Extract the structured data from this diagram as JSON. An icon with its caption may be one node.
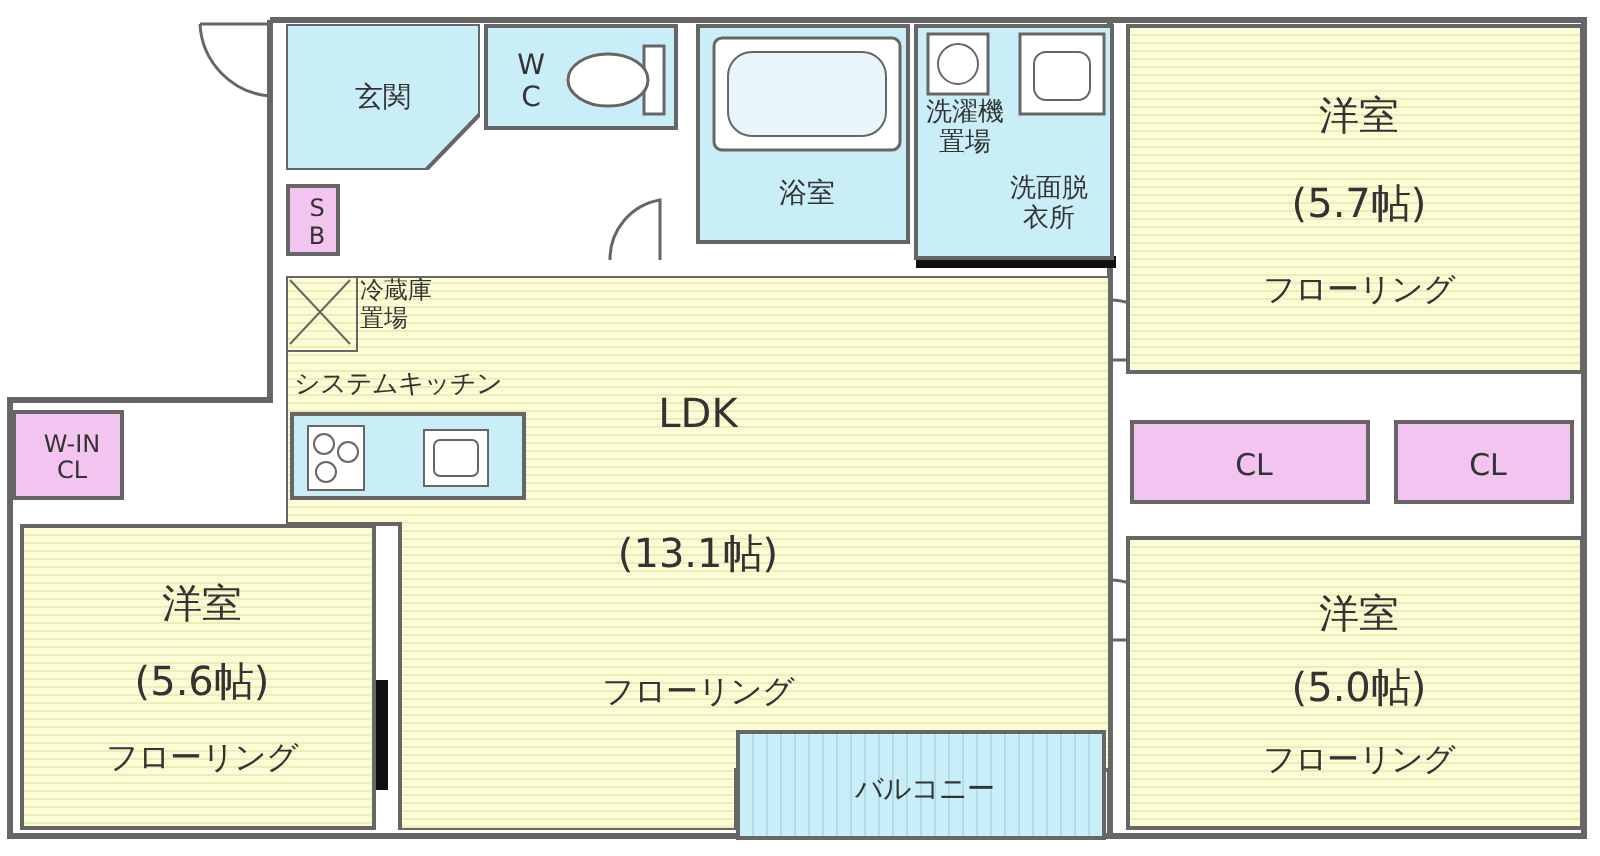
{
  "diagram": {
    "nodes": [
      {
        "text": [
          "玄関"
        ]
      },
      {
        "text": [
          "W C"
        ]
      },
      {
        "text": [
          "S B"
        ]
      },
      {
        "text": [
          "浴室"
        ]
      },
      {
        "text": [
          "洗濯機置場",
          "洗面脱衣所"
        ]
      },
      {
        "text": [
          "洋室",
          "(5.7帖)",
          "フローリング"
        ]
      },
      {
        "text": [
          "LDK",
          "(13.1帖)",
          "フローリング"
        ]
      },
      {
        "text": [
          "冷蔵庫置場"
        ],
        "in": 6
      },
      {
        "text": [
          "システムキッチン"
        ],
        "in": 6
      },
      {
        "text": [
          "CL"
        ]
      },
      {
        "text": [
          "CL"
        ]
      },
      {
        "text": [
          "W-IN CL"
        ]
      },
      {
        "text": [
          "洋室",
          "(5.6帖)",
          "フローリング"
        ]
      },
      {
        "text": [
          "洋室",
          "(5.0帖)",
          "フローリング"
        ]
      },
      {
        "text": [
          "バルコニー"
        ]
      }
    ],
    "edges": []
  }
}
